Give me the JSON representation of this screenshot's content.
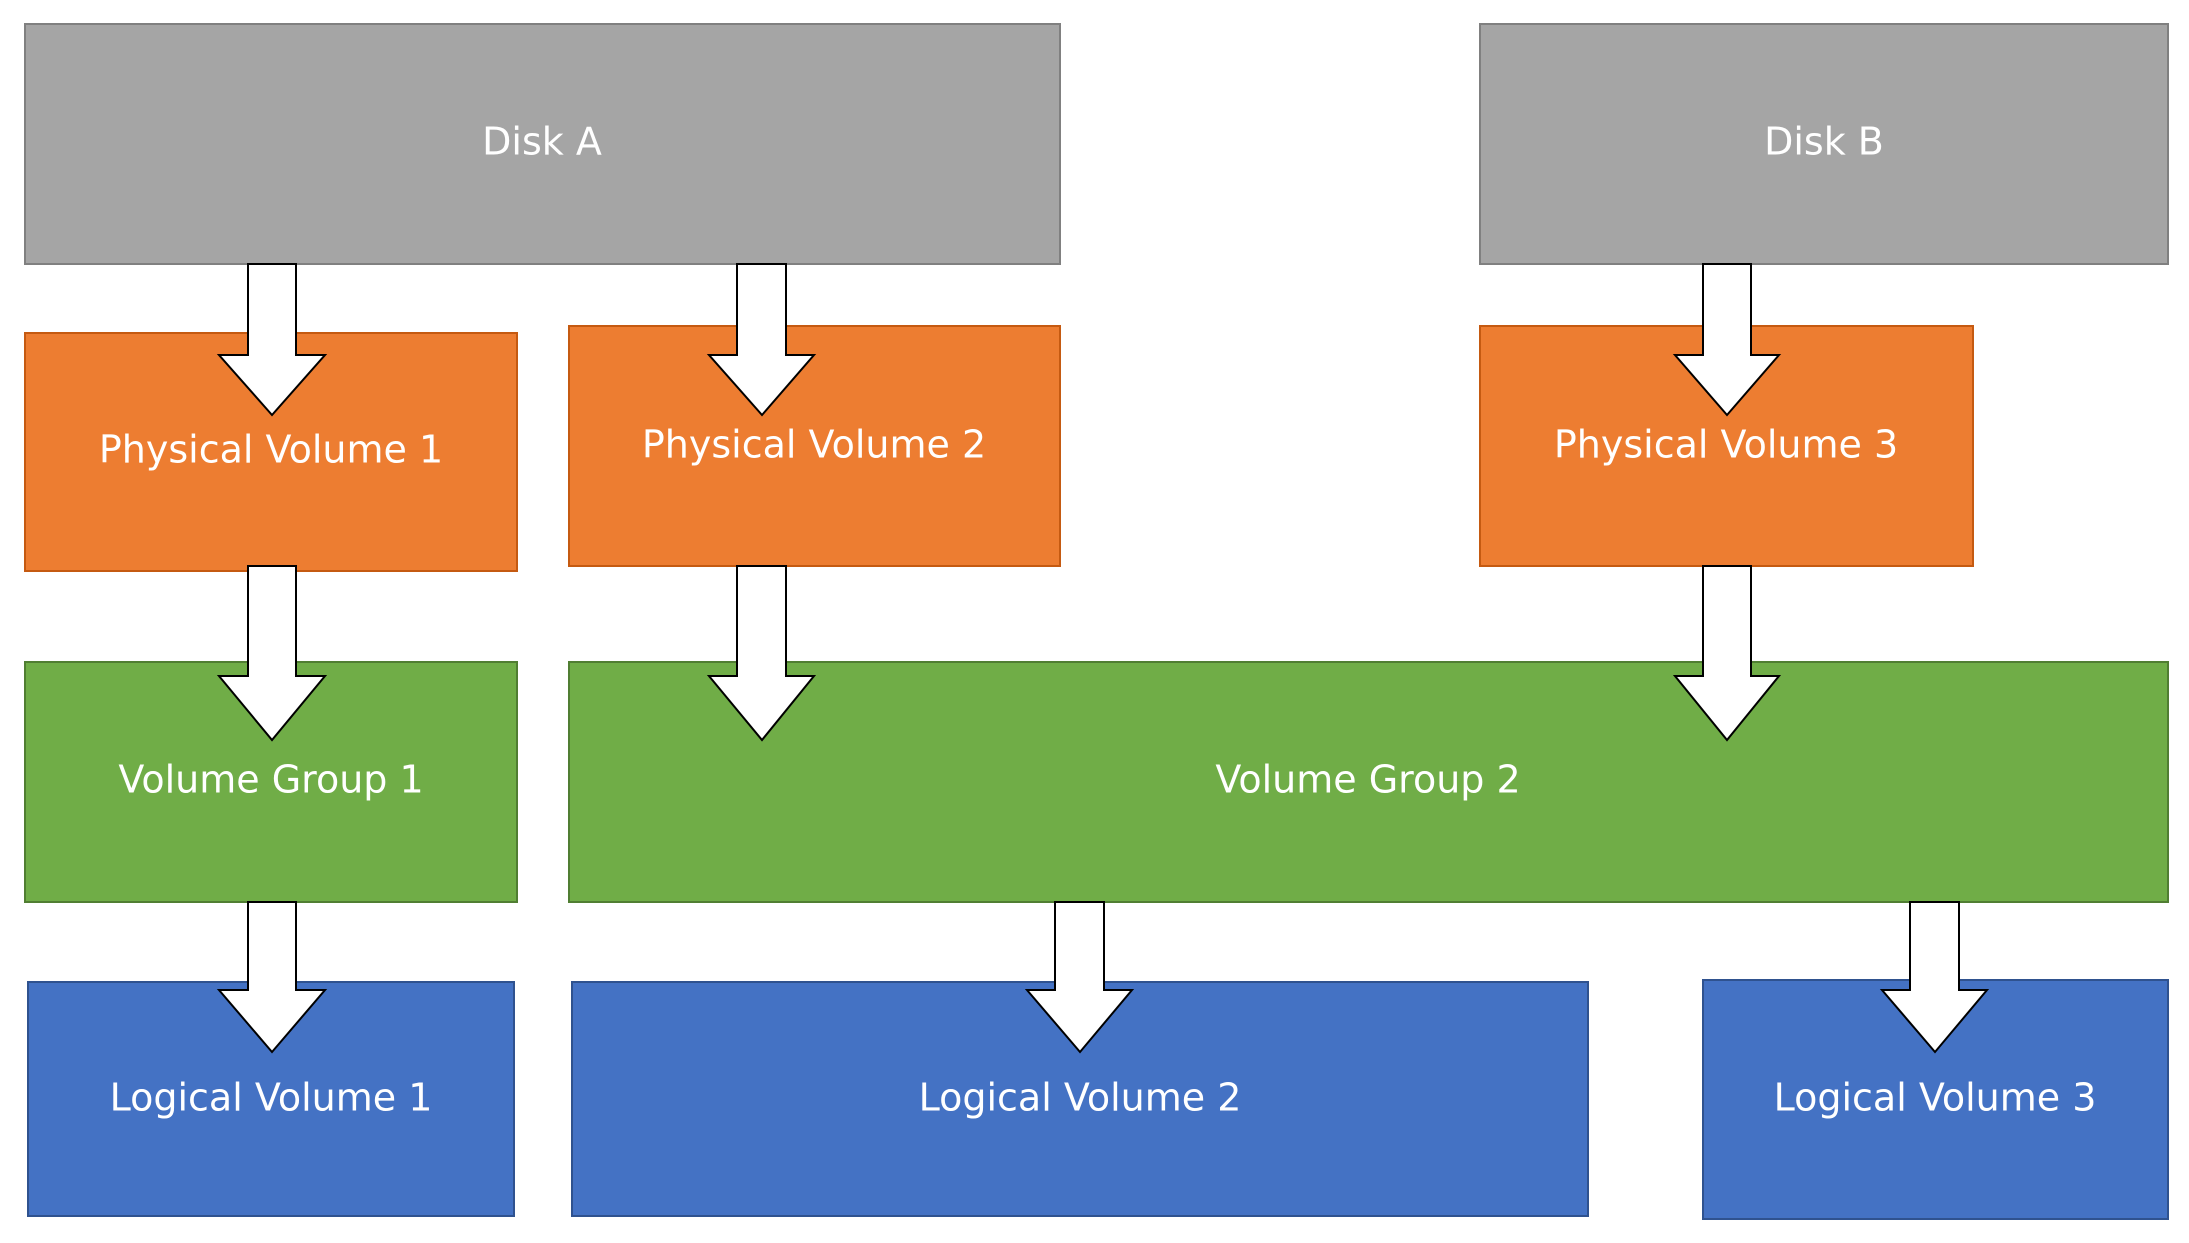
{
  "colors": {
    "disk": "#a5a5a5",
    "physical_volume": "#ed7d31",
    "volume_group": "#70ad47",
    "logical_volume": "#4472c4",
    "border_disk": "#808080",
    "border_pv": "#c55a11",
    "border_vg": "#507e32",
    "border_lv": "#2f528f",
    "arrow_fill": "#ffffff",
    "arrow_stroke": "#000000",
    "label": "#ffffff"
  },
  "disks": [
    {
      "label": "Disk A"
    },
    {
      "label": "Disk B"
    }
  ],
  "physical_volumes": [
    {
      "label": "Physical Volume 1"
    },
    {
      "label": "Physical Volume 2"
    },
    {
      "label": "Physical Volume 3"
    }
  ],
  "volume_groups": [
    {
      "label": "Volume Group 1"
    },
    {
      "label": "Volume Group 2"
    }
  ],
  "logical_volumes": [
    {
      "label": "Logical Volume 1"
    },
    {
      "label": "Logical Volume 2"
    },
    {
      "label": "Logical Volume 3"
    }
  ],
  "arrows": [
    {
      "from": "Disk A",
      "to": "Physical Volume 1"
    },
    {
      "from": "Disk A",
      "to": "Physical Volume 2"
    },
    {
      "from": "Disk B",
      "to": "Physical Volume 3"
    },
    {
      "from": "Physical Volume 1",
      "to": "Volume Group 1"
    },
    {
      "from": "Physical Volume 2",
      "to": "Volume Group 2"
    },
    {
      "from": "Physical Volume 3",
      "to": "Volume Group 2"
    },
    {
      "from": "Volume Group 1",
      "to": "Logical Volume 1"
    },
    {
      "from": "Volume Group 2",
      "to": "Logical Volume 2"
    },
    {
      "from": "Volume Group 2",
      "to": "Logical Volume 3"
    }
  ]
}
